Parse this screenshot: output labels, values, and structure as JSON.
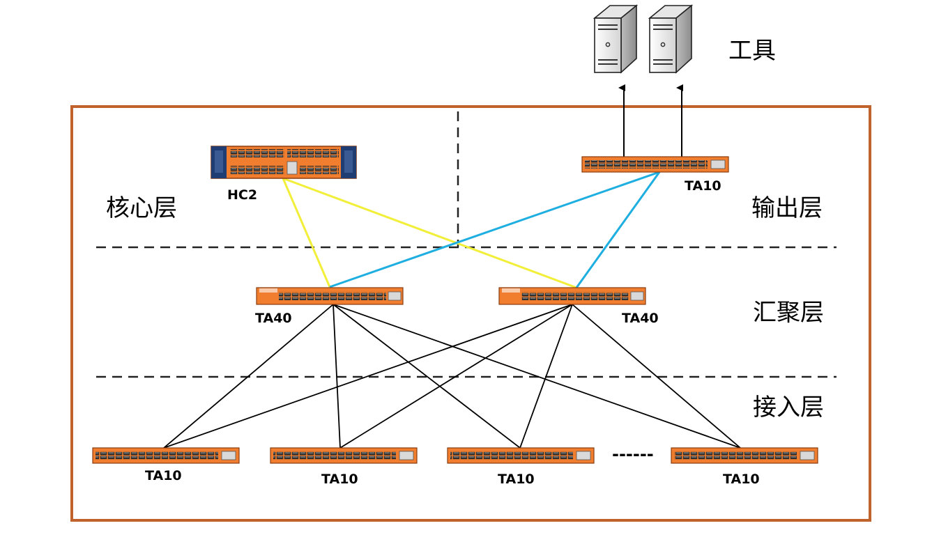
{
  "layers": {
    "core": "核心层",
    "output": "输出层",
    "aggregation": "汇聚层",
    "access": "接入层"
  },
  "tools": {
    "label": "工具"
  },
  "devices": {
    "hc2": "HC2",
    "ta10_output": "TA10",
    "ta40_left": "TA40",
    "ta40_right": "TA40",
    "access": [
      "TA10",
      "TA10",
      "TA10",
      "TA10"
    ],
    "ellipsis": "------"
  },
  "colors": {
    "frame": "#c0622c",
    "device": "#f07e2e",
    "hc2_link": "#f2ef3a",
    "output_link": "#1eaee0",
    "access_link": "#000000"
  }
}
